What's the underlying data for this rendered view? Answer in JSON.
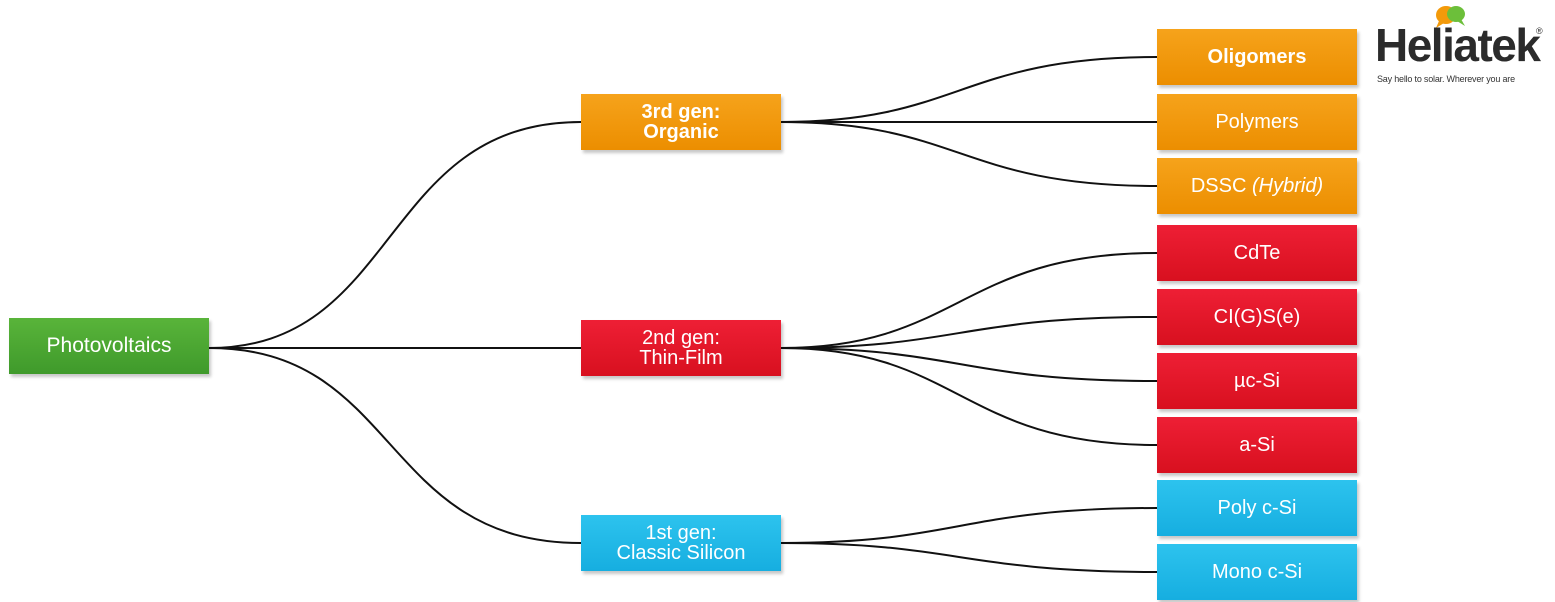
{
  "root": {
    "label": "Photovoltaics",
    "color": "#4aa832"
  },
  "generations": [
    {
      "label": "3rd gen:\nOrganic",
      "color": "#f39a0a",
      "bold": true
    },
    {
      "label": "2nd gen:\nThin-Film",
      "color": "#e3162a"
    },
    {
      "label": "1st gen:\nClassic Silicon",
      "color": "#1fb8e8"
    }
  ],
  "leaves": {
    "oligomers": "Oligomers",
    "polymers": "Polymers",
    "dssc": "DSSC",
    "dssc_suffix": "(Hybrid)",
    "cdte": "CdTe",
    "cigs": "CI(G)S(e)",
    "muc_si": "µc-Si",
    "a_si": "a-Si",
    "poly_csi": "Poly c-Si",
    "mono_csi": "Mono c-Si"
  },
  "logo": {
    "wordmark": "Heliatek",
    "registered": "®",
    "tagline": "Say hello to solar. Wherever you are"
  },
  "icons": [
    "speech-bubbles-logo-icon"
  ]
}
